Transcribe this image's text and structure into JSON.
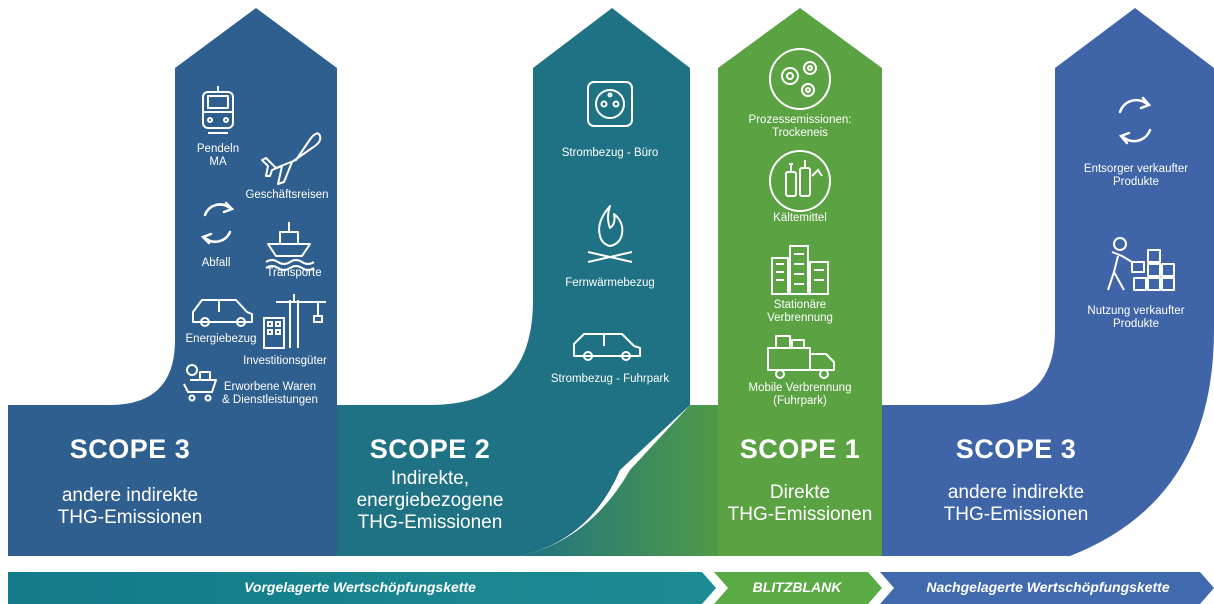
{
  "colors": {
    "scope3_up": "#2f5f8f",
    "scope2": "#1f7283",
    "scope1": "#5ba243",
    "scope3_down": "#3f65a8",
    "arrow_teal": "#17808e",
    "arrow_green": "#5aab45",
    "arrow_blue": "#3f6aad"
  },
  "scope3_upstream": {
    "title": "SCOPE 3",
    "desc_line1": "andere indirekte",
    "desc_line2": "THG-Emissionen",
    "items": {
      "pendeln_1": "Pendeln",
      "pendeln_2": "MA",
      "geschaeftsreisen": "Geschäftsreisen",
      "abfall": "Abfall",
      "transporte": "Transporte",
      "energiebezug": "Energiebezug",
      "investitionsgueter": "Investitionsgüter",
      "waren_1": "Erworbene Waren",
      "waren_2": "& Dienstleistungen"
    },
    "icons": [
      "train-icon",
      "airplane-icon",
      "recycle-icon",
      "ship-icon",
      "car-icon",
      "crane-building-icon",
      "shopping-cart-icon"
    ]
  },
  "scope2": {
    "title": "SCOPE 2",
    "desc_line1": "Indirekte,",
    "desc_line2": "energiebezogene",
    "desc_line3": "THG-Emissionen",
    "items": {
      "strom_buero": "Strombezug - Büro",
      "fernwaerme": "Fernwärmebezug",
      "strom_fuhrpark": "Strombezug - Fuhrpark"
    },
    "icons": [
      "power-socket-icon",
      "fire-icon",
      "car-icon"
    ]
  },
  "scope1": {
    "title": "SCOPE 1",
    "desc_line1": "Direkte",
    "desc_line2": "THG-Emissionen",
    "items": {
      "prozess_1": "Prozessemissionen:",
      "prozess_2": "Trockeneis",
      "kaeltemittel": "Kältemittel",
      "stationaer_1": "Stationäre",
      "stationaer_2": "Verbrennung",
      "mobil_1": "Mobile Verbrennung",
      "mobil_2": "(Fuhrpark)"
    },
    "icons": [
      "gears-icon",
      "bottles-icon",
      "buildings-icon",
      "truck-icon"
    ]
  },
  "scope3_downstream": {
    "title": "SCOPE 3",
    "desc_line1": "andere indirekte",
    "desc_line2": "THG-Emissionen",
    "items": {
      "entsorger_1": "Entsorger verkaufter",
      "entsorger_2": "Produkte",
      "nutzung_1": "Nutzung verkaufter",
      "nutzung_2": "Produkte"
    },
    "icons": [
      "recycle-icon",
      "person-boxes-icon"
    ]
  },
  "value_chain": {
    "upstream": "Vorgelagerte Wertschöpfungskette",
    "company": "BLITZBLANK",
    "downstream": "Nachgelagerte Wertschöpfungskette"
  }
}
